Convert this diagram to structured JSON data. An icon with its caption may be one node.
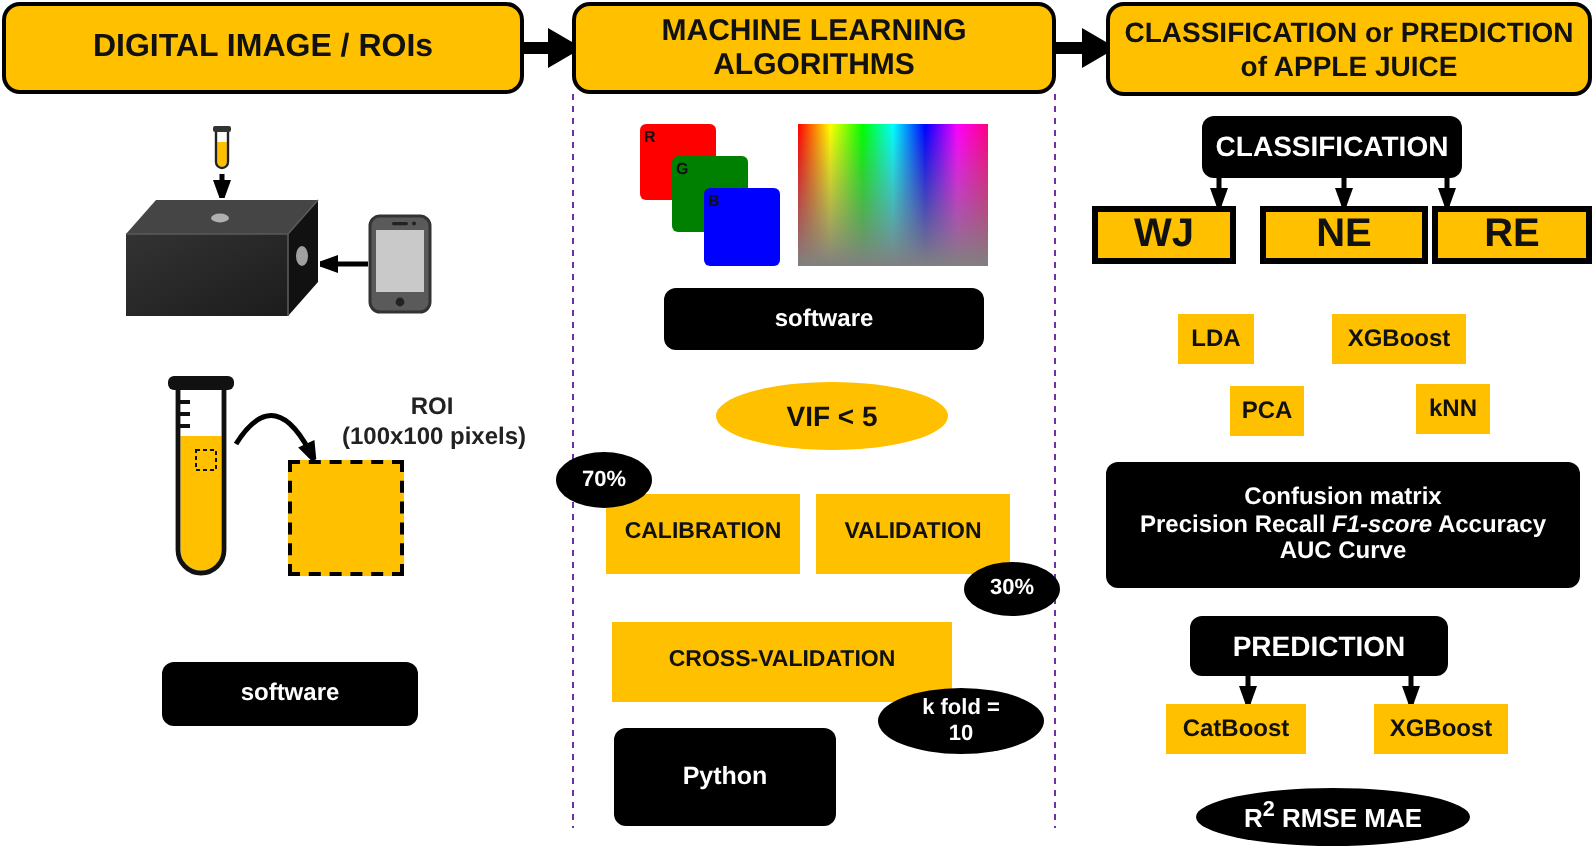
{
  "diagram": {
    "nodes": [
      {
        "text": [
          "DIGITAL IMAGE / ROIs"
        ]
      },
      {
        "text": [
          "MACHINE LEARNING ALGORITHMS"
        ]
      },
      {
        "text": [
          "CLASSIFICATION or PREDICTION of APPLE JUICE"
        ]
      },
      {
        "text": [],
        "shape": "picture"
      },
      {
        "text": [],
        "shape": "box"
      },
      {
        "text": [],
        "shape": "picture"
      },
      {
        "text": [],
        "shape": "picture"
      },
      {
        "text": [],
        "shape": "box",
        "beside": [
          "ROI",
          "(100x100 pixels)"
        ]
      },
      {
        "text": [
          "software"
        ]
      },
      {
        "text": [
          "software"
        ]
      },
      {
        "text": [
          "VIF < 5"
        ]
      },
      {
        "text": [
          "70%"
        ]
      },
      {
        "text": [
          "CALIBRATION"
        ]
      },
      {
        "text": [
          "VALIDATION"
        ]
      },
      {
        "text": [
          "30%"
        ]
      },
      {
        "text": [
          "CROSS-VALIDATION"
        ]
      },
      {
        "text": [
          "k fold = 10"
        ]
      },
      {
        "text": [
          "Python"
        ]
      },
      {
        "text": [
          "CLASSIFICATION"
        ]
      },
      {
        "text": [
          "WJ"
        ]
      },
      {
        "text": [
          "NE"
        ]
      },
      {
        "text": [
          "RE"
        ]
      },
      {
        "text": [
          "LDA"
        ]
      },
      {
        "text": [
          "XGBoost"
        ]
      },
      {
        "text": [
          "PCA"
        ]
      },
      {
        "text": [
          "kNN"
        ]
      },
      {
        "text": [
          "Confusion matrix",
          "Precision Recall *F1-score* Accuracy",
          "AUC Curve"
        ]
      },
      {
        "text": [
          "PREDICTION"
        ]
      },
      {
        "text": [
          "CatBoost"
        ]
      },
      {
        "text": [
          "XGBoost"
        ]
      },
      {
        "text": [
          "R$^{2}$ RMSE MAE"
        ]
      }
    ],
    "edges": [
      {
        "from": 0,
        "to": 1,
        "arrow": "to",
        "style": "thick"
      },
      {
        "from": 1,
        "to": 2,
        "arrow": "to",
        "style": "thick"
      },
      {
        "from": 3,
        "to": 4,
        "arrow": "to"
      },
      {
        "from": 5,
        "to": 4,
        "arrow": "to"
      },
      {
        "from": 6,
        "to": 7,
        "arrow": "to"
      },
      {
        "from": 18,
        "to": 19,
        "arrow": "to"
      },
      {
        "from": 18,
        "to": 20,
        "arrow": "to"
      },
      {
        "from": 18,
        "to": 21,
        "arrow": "to"
      },
      {
        "from": 27,
        "to": 28,
        "arrow": "to"
      },
      {
        "from": 27,
        "to": 29,
        "arrow": "to"
      }
    ],
    "labels": [
      "R",
      "G",
      "B"
    ]
  }
}
